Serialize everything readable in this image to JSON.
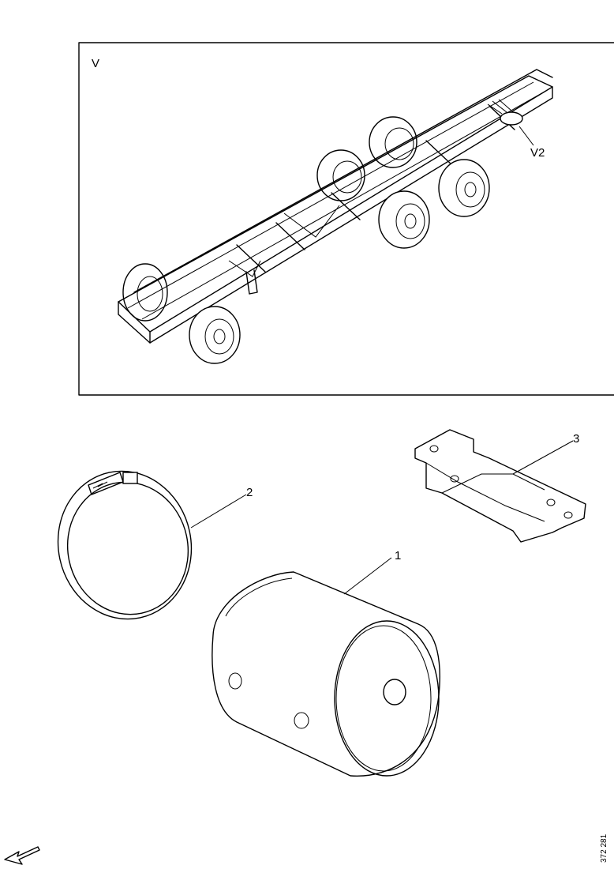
{
  "inset": {
    "view_label": "V",
    "detail_label": "V2"
  },
  "callouts": {
    "tank": "1",
    "strap": "2",
    "bracket": "3"
  },
  "drawing_code": "372 281",
  "icons": {
    "orientation": "arrow-icon"
  }
}
